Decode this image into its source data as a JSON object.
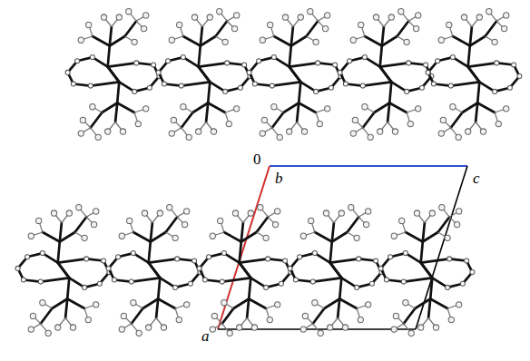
{
  "diagram": {
    "labels": [
      "0",
      "b",
      "c",
      "a"
    ]
  }
}
